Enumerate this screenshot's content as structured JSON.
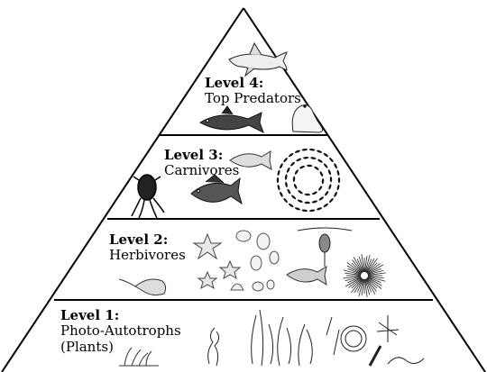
{
  "pyramid": {
    "levels": [
      {
        "level": "Level 4:",
        "name": "Top Predators"
      },
      {
        "level": "Level 3:",
        "name": "Carnivores"
      },
      {
        "level": "Level 2:",
        "name": "Herbivores"
      },
      {
        "level": "Level 1:",
        "name": "Photo-Autotrophs",
        "name2": "(Plants)"
      }
    ],
    "icons": [
      "shark-icon",
      "tuna-fish-icon",
      "seal-icon",
      "fish-icon",
      "squid-icon",
      "snapper-fish-icon",
      "fish-school-icon",
      "starfish-icon",
      "seashell-icon",
      "shrimp-icon",
      "copepod-icon",
      "small-fish-icon",
      "sea-urchin-icon",
      "seaweed-icon",
      "coral-icon",
      "diatom-icon"
    ]
  }
}
